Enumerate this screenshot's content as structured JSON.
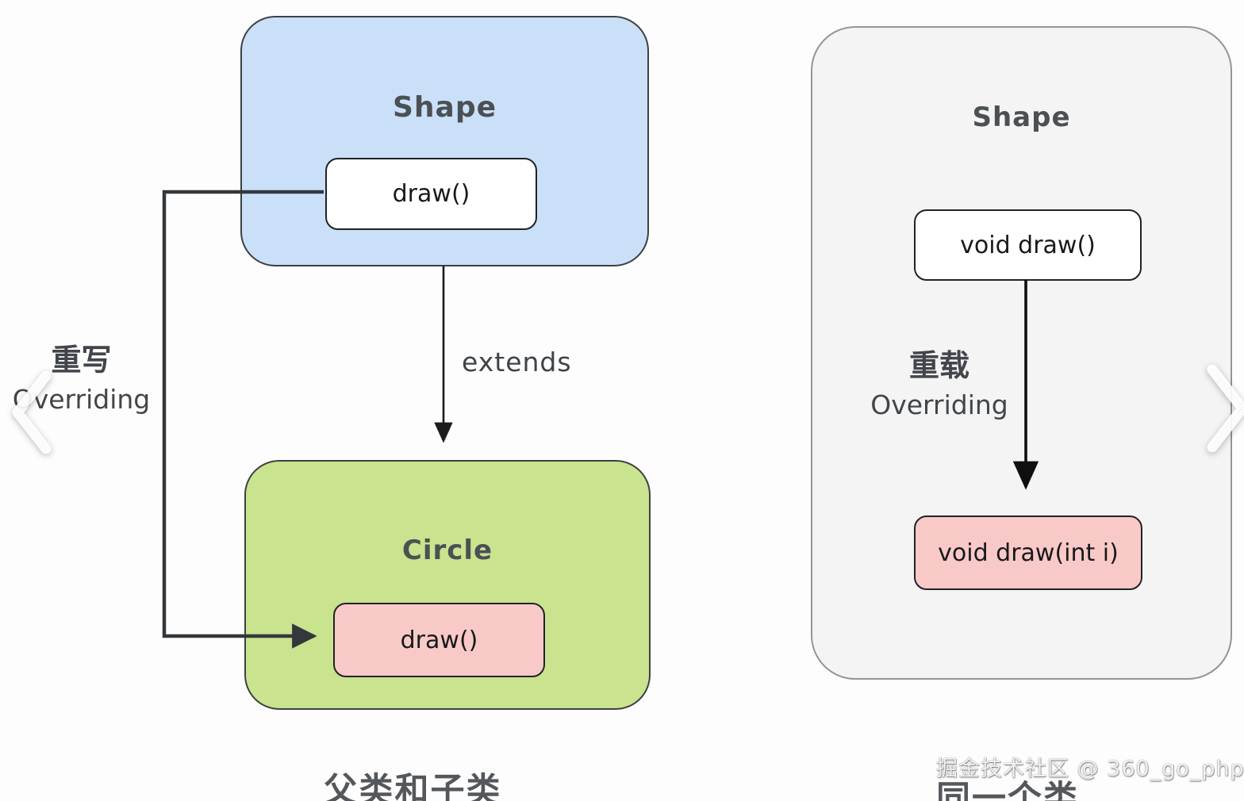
{
  "left_panel": {
    "parent": {
      "title": "Shape",
      "method": "draw()"
    },
    "child": {
      "title": "Circle",
      "method": "draw()"
    },
    "edge_label": "extends",
    "relation": {
      "cn": "重写",
      "en": "Overriding"
    },
    "caption": "父类和子类"
  },
  "right_panel": {
    "title": "Shape",
    "method_top": "void draw()",
    "method_bottom": "void draw(int i)",
    "relation": {
      "cn": "重载",
      "en": "Overriding"
    },
    "caption": "同一个类"
  },
  "watermark": "掘金技术社区 @ 360_go_php",
  "icons": {
    "prev": "chevron-left-icon",
    "next": "chevron-right-icon"
  },
  "colors": {
    "parent_box_fill": "#cae0f8",
    "child_box_fill": "#c9e38e",
    "highlight_method_fill": "#f9c9c8",
    "plain_method_fill": "#ffffff",
    "panel_fill": "#f4f4f5",
    "line": "#34383c",
    "title_text": "#4b5054",
    "method_text": "#17191c",
    "caption_text": "#54575b"
  }
}
